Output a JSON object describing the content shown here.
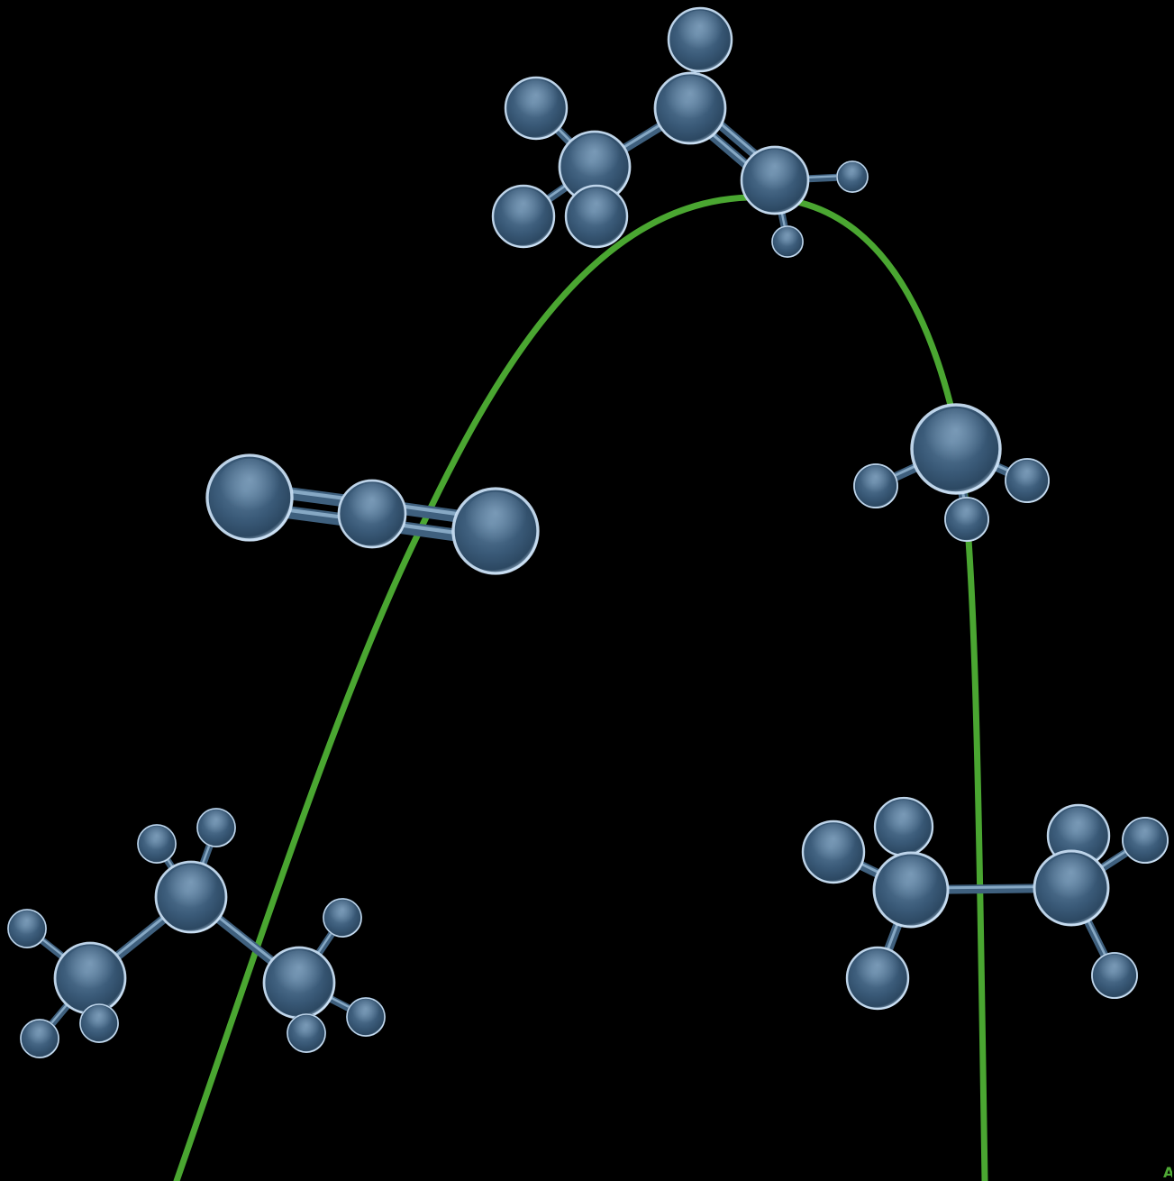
{
  "colors": {
    "background": "#000000",
    "curve": "#4aa631",
    "atom_core": "#2e4a66",
    "atom_mid": "#4a6a88",
    "atom_highlight": "#8fb2d0",
    "atom_rim": "#d8ecff",
    "bond": "#5d7f9e",
    "bond_highlight": "#a9c8e0"
  },
  "figure": {
    "corner_text": "A"
  },
  "molecules": [
    {
      "name": "propane-molecule",
      "kind": "three-carbon chain"
    },
    {
      "name": "propene-molecule",
      "kind": "three-carbon chain with double bond"
    },
    {
      "name": "carbon-dioxide-molecule",
      "kind": "triatomic linear"
    },
    {
      "name": "methyl-radical-molecule",
      "kind": "central atom with three substituents"
    },
    {
      "name": "ethane-molecule",
      "kind": "two-carbon chain"
    }
  ]
}
